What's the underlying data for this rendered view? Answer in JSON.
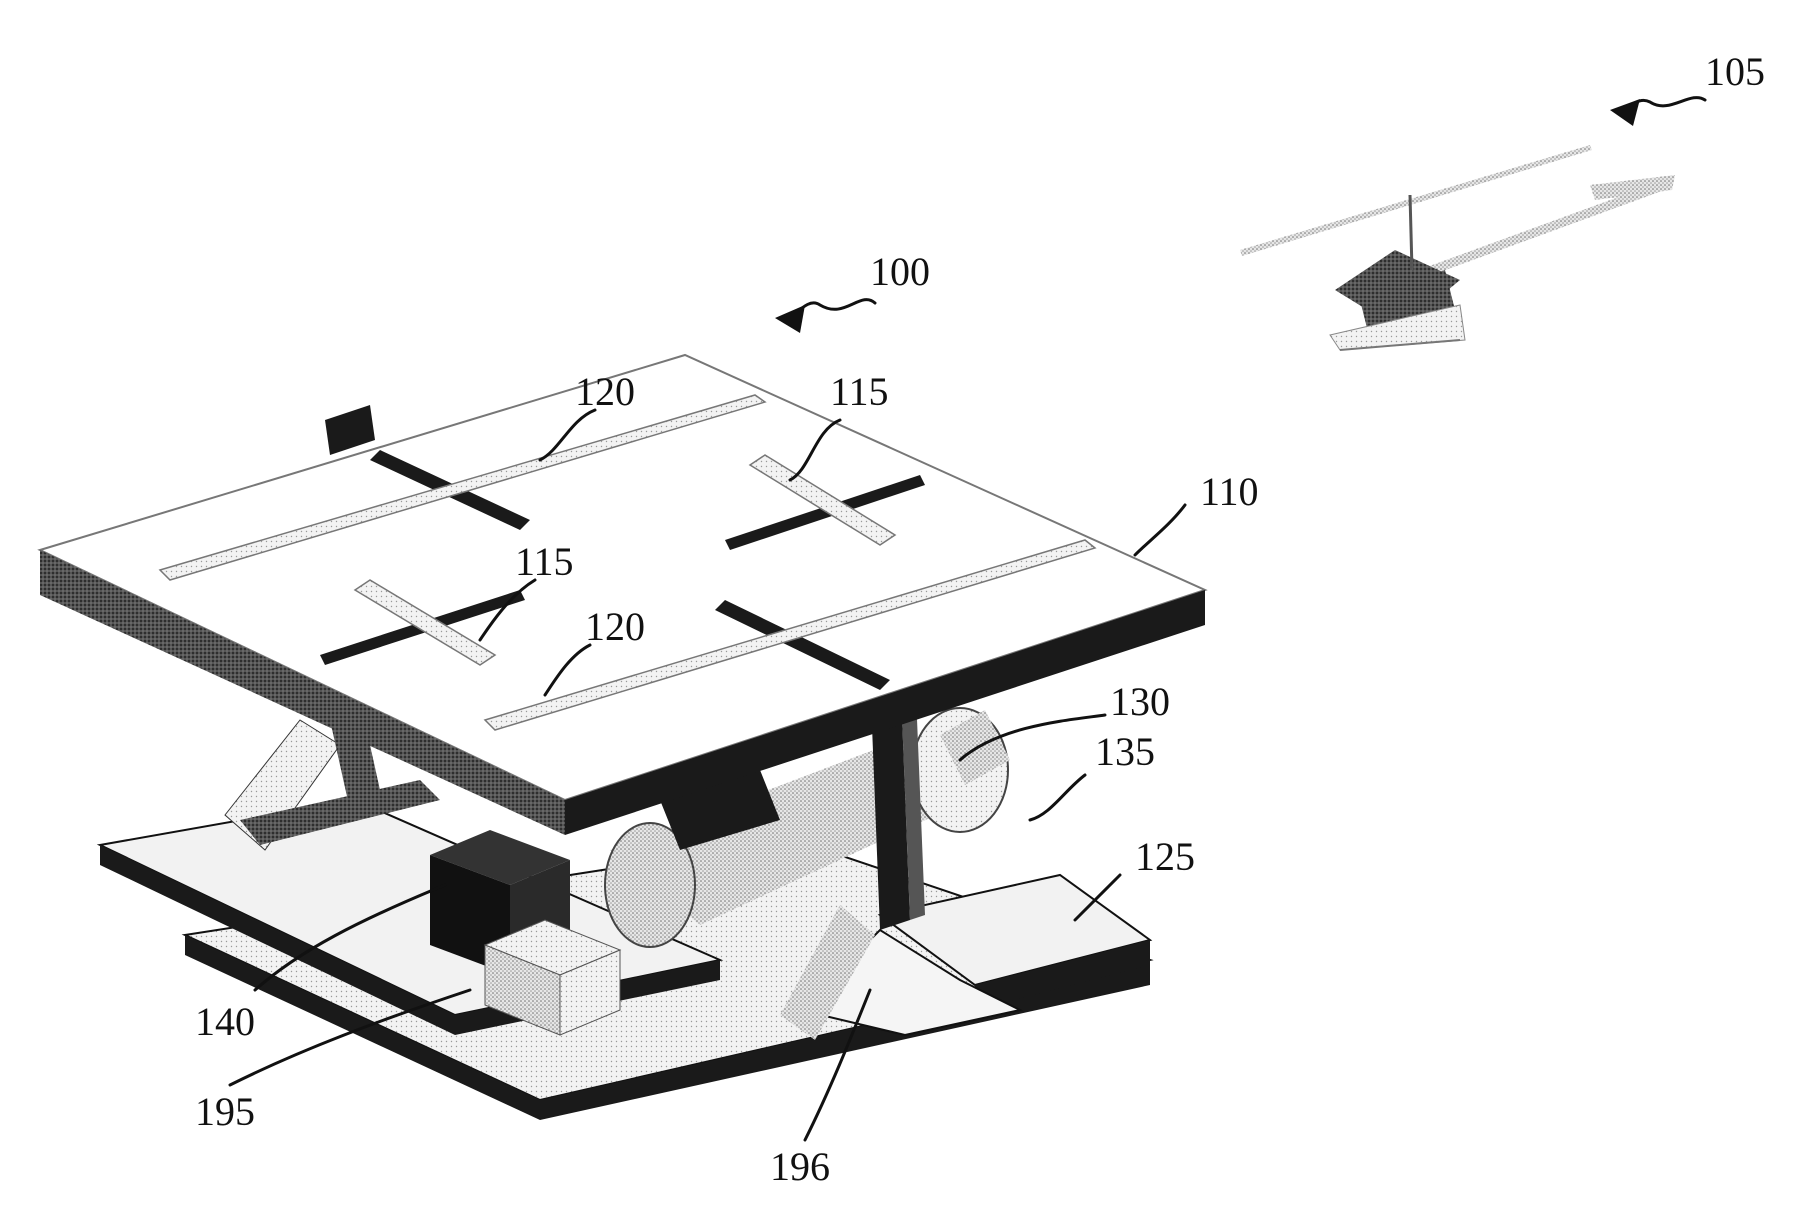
{
  "figure": {
    "labels": {
      "l100": "100",
      "l105": "105",
      "l110": "110",
      "l115a": "115",
      "l115b": "115",
      "l120a": "120",
      "l120b": "120",
      "l125": "125",
      "l130": "130",
      "l135": "135",
      "l140": "140",
      "l195": "195",
      "l196": "196"
    },
    "colors": {
      "ink": "#111111",
      "dark_fill": "#1a1a1a",
      "mid_gray": "#8c8c8c",
      "light_gray": "#d9d9d9",
      "paper": "#ffffff"
    }
  }
}
